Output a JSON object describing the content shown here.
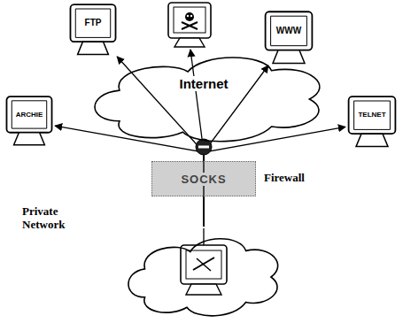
{
  "diagram": {
    "nodes": [
      {
        "text": [
          "FTP"
        ]
      },
      {
        "text": [
          "WWW"
        ]
      },
      {
        "text": [
          "ARCHIE"
        ]
      },
      {
        "text": [
          "Internet"
        ]
      },
      {
        "text": [
          "TELNET"
        ]
      },
      {
        "text": [
          "SOCKS",
          "Firewall"
        ]
      },
      {
        "text": [
          "Private Network"
        ]
      }
    ],
    "edges": [
      {
        "from": 6,
        "to": 0,
        "arrow": "to"
      },
      {
        "from": 6,
        "to": 1,
        "arrow": "to"
      },
      {
        "from": 6,
        "to": 2,
        "arrow": "to"
      },
      {
        "from": 6,
        "to": 4,
        "arrow": "to"
      }
    ]
  }
}
